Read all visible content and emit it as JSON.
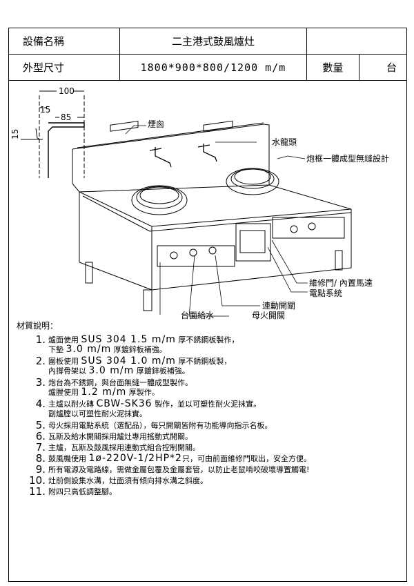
{
  "spec": {
    "name_label": "設備名稱",
    "name_value": "二主港式鼓風爐灶",
    "size_label": "外型尺寸",
    "size_value": "1800*900*800/1200 m/m",
    "qty_label": "數量",
    "qty_unit": "台"
  },
  "drawing": {
    "dim_100": "100",
    "dim_15_top": "15",
    "dim_85": "85",
    "dim_15_side": "15",
    "chimney": "煙囪",
    "faucet": "水龍頭",
    "frame": "炮框一體成型無縫設計",
    "door": "維修門/ 內置馬達",
    "ignition": "電點系統",
    "linked_switch": "連動開關",
    "pilot_switch": "母火開關",
    "counter_water": "台面給水"
  },
  "notes": {
    "title": "材質說明：",
    "items": [
      {
        "num": "1.",
        "pre": "爐面使用",
        "spec": "SUS 304 1.5 m/m",
        "post": "厚不銹鋼板製作，",
        "sub_pre": "下墊",
        "sub_spec": "3.0 m/m",
        "sub_post": "厚鍍鋅板補強。"
      },
      {
        "num": "2.",
        "pre": "圍板使用",
        "spec": "SUS 304 1.0 m/m",
        "post": "厚不銹鋼板製，",
        "sub_pre": "內撐骨架以",
        "sub_spec": "3.0 m/m",
        "sub_post": "厚鍍鋅板補強。"
      },
      {
        "num": "3.",
        "pre": "炮台為不銹鋼，與台面無縫一體成型製作。",
        "spec": "",
        "post": "",
        "sub_pre": "爐膛使用",
        "sub_spec": "1.2 m/m",
        "sub_post": "厚製作。"
      },
      {
        "num": "4.",
        "pre": "主爐以耐火磚",
        "spec": "CBW-SK36",
        "post": "製作，並以可塑性耐火泥抹實。",
        "sub_pre": "副爐膛以可塑性耐火泥抹實。",
        "sub_spec": "",
        "sub_post": ""
      },
      {
        "num": "5.",
        "text": "母火採用電點系統（選配品），每只開關皆附有功能導向指示名板。"
      },
      {
        "num": "6.",
        "text": "瓦斯及給水開關採用爐灶專用搖動式開關。"
      },
      {
        "num": "7.",
        "text": "主爐，瓦斯及鼓風採用連動式組合控制開關。"
      },
      {
        "num": "8.",
        "pre": "鼓風機使用",
        "spec": "1ø-220V-1/2HP*2",
        "post": "只，可由前面維修門取出，安全方便。"
      },
      {
        "num": "9.",
        "text": "所有電源及電路線，需做金屬包覆及金屬套管，以防止老鼠啃咬破壞導置觸電!"
      },
      {
        "num": "10.",
        "text": "灶前側設集水溝，灶面須有傾向排水溝之斜度。"
      },
      {
        "num": "11.",
        "text": "附四只高低調整腳。"
      }
    ]
  }
}
